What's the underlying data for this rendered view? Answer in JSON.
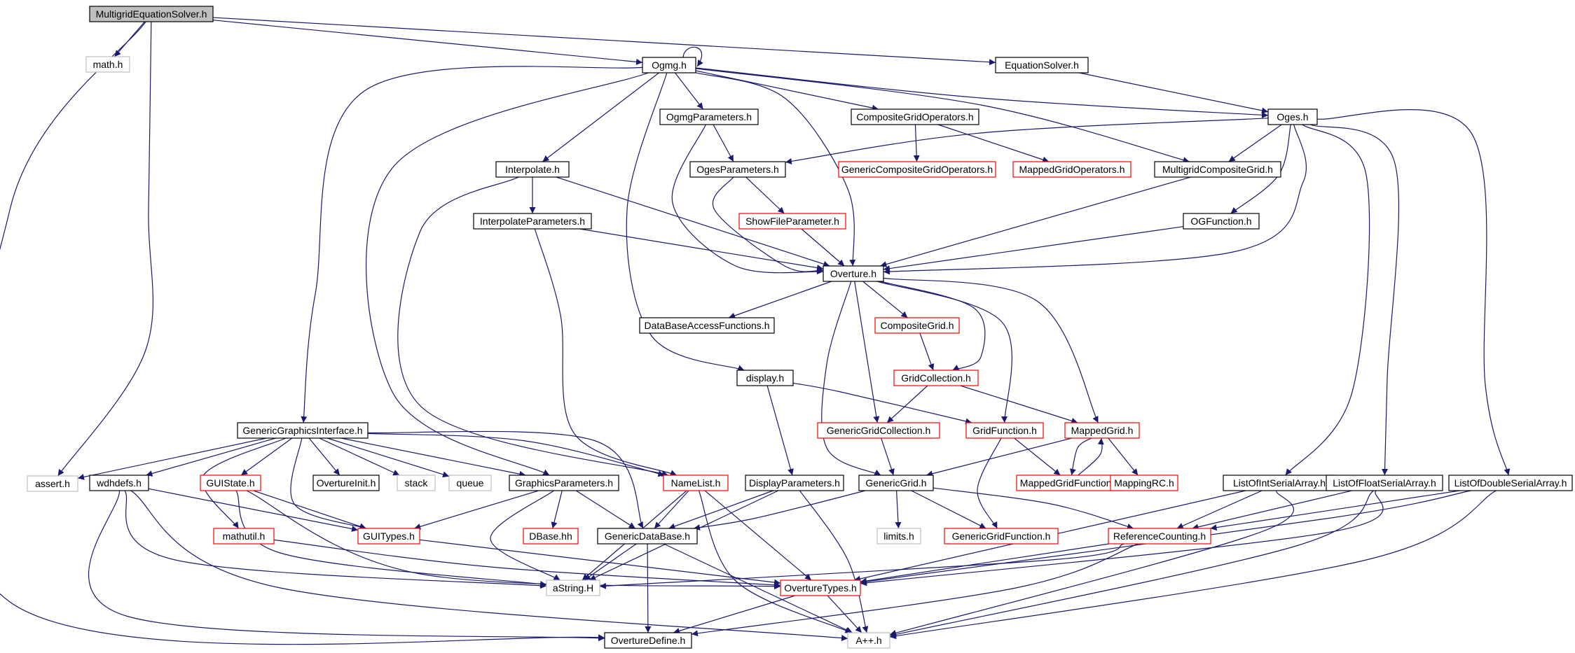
{
  "graph": {
    "colors": {
      "edge": "#191970",
      "node_border": "#000000",
      "node_border_red": "#ff0000",
      "node_border_gray": "#bfbfbf",
      "root_fill": "#bfbfbf",
      "fill": "#ffffff"
    },
    "nodes": [
      {
        "id": "MultigridEquationSolver.h",
        "style": "root"
      },
      {
        "id": "math.h",
        "style": "gray"
      },
      {
        "id": "assert.h",
        "style": "gray"
      },
      {
        "id": "Ogmg.h",
        "style": "black"
      },
      {
        "id": "EquationSolver.h",
        "style": "black"
      },
      {
        "id": "Oges.h",
        "style": "black"
      },
      {
        "id": "OgmgParameters.h",
        "style": "black"
      },
      {
        "id": "CompositeGridOperators.h",
        "style": "black"
      },
      {
        "id": "Interpolate.h",
        "style": "black"
      },
      {
        "id": "OgesParameters.h",
        "style": "black"
      },
      {
        "id": "GenericCompositeGridOperators.h",
        "style": "red"
      },
      {
        "id": "MappedGridOperators.h",
        "style": "red"
      },
      {
        "id": "MultigridCompositeGrid.h",
        "style": "black"
      },
      {
        "id": "InterpolateParameters.h",
        "style": "black"
      },
      {
        "id": "ShowFileParameter.h",
        "style": "red"
      },
      {
        "id": "OGFunction.h",
        "style": "black"
      },
      {
        "id": "Overture.h",
        "style": "black"
      },
      {
        "id": "DataBaseAccessFunctions.h",
        "style": "black"
      },
      {
        "id": "CompositeGrid.h",
        "style": "red"
      },
      {
        "id": "display.h",
        "style": "black"
      },
      {
        "id": "GridCollection.h",
        "style": "red"
      },
      {
        "id": "GenericGraphicsInterface.h",
        "style": "black"
      },
      {
        "id": "GenericGridCollection.h",
        "style": "red"
      },
      {
        "id": "GridFunction.h",
        "style": "red"
      },
      {
        "id": "MappedGrid.h",
        "style": "red"
      },
      {
        "id": "wdhdefs.h",
        "style": "black"
      },
      {
        "id": "GUIState.h",
        "style": "red"
      },
      {
        "id": "OvertureInit.h",
        "style": "black"
      },
      {
        "id": "stack",
        "style": "gray"
      },
      {
        "id": "queue",
        "style": "gray"
      },
      {
        "id": "GraphicsParameters.h",
        "style": "black"
      },
      {
        "id": "NameList.h",
        "style": "red"
      },
      {
        "id": "DisplayParameters.h",
        "style": "black"
      },
      {
        "id": "GenericGrid.h",
        "style": "black"
      },
      {
        "id": "MappedGridFunction.h",
        "style": "red"
      },
      {
        "id": "MappingRC.h",
        "style": "red"
      },
      {
        "id": "ListOfIntSerialArray.h",
        "style": "black"
      },
      {
        "id": "ListOfFloatSerialArray.h",
        "style": "black"
      },
      {
        "id": "ListOfDoubleSerialArray.h",
        "style": "black"
      },
      {
        "id": "mathutil.h",
        "style": "red"
      },
      {
        "id": "GUITypes.h",
        "style": "red"
      },
      {
        "id": "DBase.hh",
        "style": "red"
      },
      {
        "id": "GenericDataBase.h",
        "style": "black"
      },
      {
        "id": "limits.h",
        "style": "gray"
      },
      {
        "id": "GenericGridFunction.h",
        "style": "red"
      },
      {
        "id": "ReferenceCounting.h",
        "style": "red"
      },
      {
        "id": "aString.H",
        "style": "gray"
      },
      {
        "id": "OvertureTypes.h",
        "style": "red"
      },
      {
        "id": "OvertureDefine.h",
        "style": "black"
      },
      {
        "id": "A++.h",
        "style": "gray"
      }
    ],
    "edges": [
      [
        "MultigridEquationSolver.h",
        "math.h"
      ],
      [
        "MultigridEquationSolver.h",
        "assert.h"
      ],
      [
        "MultigridEquationSolver.h",
        "Ogmg.h"
      ],
      [
        "MultigridEquationSolver.h",
        "EquationSolver.h"
      ],
      [
        "MultigridEquationSolver.h",
        "OvertureDefine.h"
      ],
      [
        "EquationSolver.h",
        "Oges.h"
      ],
      [
        "Ogmg.h",
        "Ogmg.h"
      ],
      [
        "Ogmg.h",
        "OgmgParameters.h"
      ],
      [
        "Ogmg.h",
        "CompositeGridOperators.h"
      ],
      [
        "Ogmg.h",
        "Oges.h"
      ],
      [
        "Ogmg.h",
        "MultigridCompositeGrid.h"
      ],
      [
        "Ogmg.h",
        "Interpolate.h"
      ],
      [
        "Ogmg.h",
        "Overture.h"
      ],
      [
        "Ogmg.h",
        "display.h"
      ],
      [
        "Ogmg.h",
        "GenericGraphicsInterface.h"
      ],
      [
        "Ogmg.h",
        "GraphicsParameters.h"
      ],
      [
        "OgmgParameters.h",
        "OgesParameters.h"
      ],
      [
        "OgmgParameters.h",
        "Overture.h"
      ],
      [
        "CompositeGridOperators.h",
        "GenericCompositeGridOperators.h"
      ],
      [
        "CompositeGridOperators.h",
        "MappedGridOperators.h"
      ],
      [
        "Oges.h",
        "OgesParameters.h"
      ],
      [
        "Oges.h",
        "MultigridCompositeGrid.h"
      ],
      [
        "Oges.h",
        "OGFunction.h"
      ],
      [
        "Oges.h",
        "Overture.h"
      ],
      [
        "Oges.h",
        "ListOfIntSerialArray.h"
      ],
      [
        "Oges.h",
        "ListOfFloatSerialArray.h"
      ],
      [
        "Oges.h",
        "ListOfDoubleSerialArray.h"
      ],
      [
        "Interpolate.h",
        "InterpolateParameters.h"
      ],
      [
        "Interpolate.h",
        "Overture.h"
      ],
      [
        "Interpolate.h",
        "NameList.h"
      ],
      [
        "OgesParameters.h",
        "ShowFileParameter.h"
      ],
      [
        "OgesParameters.h",
        "Overture.h"
      ],
      [
        "MultigridCompositeGrid.h",
        "Overture.h"
      ],
      [
        "InterpolateParameters.h",
        "Overture.h"
      ],
      [
        "InterpolateParameters.h",
        "NameList.h"
      ],
      [
        "ShowFileParameter.h",
        "Overture.h"
      ],
      [
        "OGFunction.h",
        "Overture.h"
      ],
      [
        "Overture.h",
        "DataBaseAccessFunctions.h"
      ],
      [
        "Overture.h",
        "CompositeGrid.h"
      ],
      [
        "Overture.h",
        "GridCollection.h"
      ],
      [
        "Overture.h",
        "GenericGridCollection.h"
      ],
      [
        "Overture.h",
        "GridFunction.h"
      ],
      [
        "Overture.h",
        "MappedGrid.h"
      ],
      [
        "Overture.h",
        "GenericGrid.h"
      ],
      [
        "CompositeGrid.h",
        "GridCollection.h"
      ],
      [
        "GridCollection.h",
        "GenericGridCollection.h"
      ],
      [
        "GridCollection.h",
        "MappedGrid.h"
      ],
      [
        "display.h",
        "GridFunction.h"
      ],
      [
        "display.h",
        "DisplayParameters.h"
      ],
      [
        "GenericGridCollection.h",
        "GenericGrid.h"
      ],
      [
        "GridFunction.h",
        "MappedGridFunction.h"
      ],
      [
        "GridFunction.h",
        "GenericGridFunction.h"
      ],
      [
        "MappedGrid.h",
        "MappedGridFunction.h"
      ],
      [
        "MappedGrid.h",
        "MappingRC.h"
      ],
      [
        "MappedGrid.h",
        "GenericGrid.h"
      ],
      [
        "MappedGridFunction.h",
        "MappedGrid.h"
      ],
      [
        "GenericGraphicsInterface.h",
        "assert.h"
      ],
      [
        "GenericGraphicsInterface.h",
        "wdhdefs.h"
      ],
      [
        "GenericGraphicsInterface.h",
        "mathutil.h"
      ],
      [
        "GenericGraphicsInterface.h",
        "GUIState.h"
      ],
      [
        "GenericGraphicsInterface.h",
        "GUITypes.h"
      ],
      [
        "GenericGraphicsInterface.h",
        "OvertureInit.h"
      ],
      [
        "GenericGraphicsInterface.h",
        "stack"
      ],
      [
        "GenericGraphicsInterface.h",
        "queue"
      ],
      [
        "GenericGraphicsInterface.h",
        "GraphicsParameters.h"
      ],
      [
        "GenericGraphicsInterface.h",
        "NameList.h"
      ],
      [
        "GenericGraphicsInterface.h",
        "GenericDataBase.h"
      ],
      [
        "wdhdefs.h",
        "GUITypes.h"
      ],
      [
        "wdhdefs.h",
        "aString.H"
      ],
      [
        "wdhdefs.h",
        "OvertureDefine.h"
      ],
      [
        "wdhdefs.h",
        "A++.h"
      ],
      [
        "GUIState.h",
        "GUITypes.h"
      ],
      [
        "GUIState.h",
        "aString.H"
      ],
      [
        "GUIState.h",
        "OvertureTypes.h"
      ],
      [
        "mathutil.h",
        "OvertureTypes.h"
      ],
      [
        "GUITypes.h",
        "OvertureTypes.h"
      ],
      [
        "GraphicsParameters.h",
        "GUITypes.h"
      ],
      [
        "GraphicsParameters.h",
        "DBase.hh"
      ],
      [
        "GraphicsParameters.h",
        "GenericDataBase.h"
      ],
      [
        "GraphicsParameters.h",
        "aString.H"
      ],
      [
        "NameList.h",
        "GenericDataBase.h"
      ],
      [
        "NameList.h",
        "aString.H"
      ],
      [
        "NameList.h",
        "OvertureTypes.h"
      ],
      [
        "NameList.h",
        "A++.h"
      ],
      [
        "DisplayParameters.h",
        "GenericDataBase.h"
      ],
      [
        "DisplayParameters.h",
        "aString.H"
      ],
      [
        "DisplayParameters.h",
        "A++.h"
      ],
      [
        "GenericGrid.h",
        "limits.h"
      ],
      [
        "GenericGrid.h",
        "GenericGridFunction.h"
      ],
      [
        "GenericGrid.h",
        "ReferenceCounting.h"
      ],
      [
        "GenericGrid.h",
        "GenericDataBase.h"
      ],
      [
        "GenericDataBase.h",
        "aString.H"
      ],
      [
        "GenericDataBase.h",
        "OvertureDefine.h"
      ],
      [
        "GenericDataBase.h",
        "A++.h"
      ],
      [
        "ListOfIntSerialArray.h",
        "ReferenceCounting.h"
      ],
      [
        "ListOfIntSerialArray.h",
        "OvertureTypes.h"
      ],
      [
        "ListOfIntSerialArray.h",
        "A++.h"
      ],
      [
        "ListOfFloatSerialArray.h",
        "ReferenceCounting.h"
      ],
      [
        "ListOfFloatSerialArray.h",
        "OvertureTypes.h"
      ],
      [
        "ListOfFloatSerialArray.h",
        "A++.h"
      ],
      [
        "ListOfDoubleSerialArray.h",
        "ReferenceCounting.h"
      ],
      [
        "ListOfDoubleSerialArray.h",
        "OvertureTypes.h"
      ],
      [
        "ListOfDoubleSerialArray.h",
        "A++.h"
      ],
      [
        "ReferenceCounting.h",
        "aString.H"
      ],
      [
        "ReferenceCounting.h",
        "OvertureTypes.h"
      ],
      [
        "ReferenceCounting.h",
        "OvertureDefine.h"
      ],
      [
        "OvertureTypes.h",
        "OvertureDefine.h"
      ],
      [
        "OvertureTypes.h",
        "A++.h"
      ]
    ]
  }
}
